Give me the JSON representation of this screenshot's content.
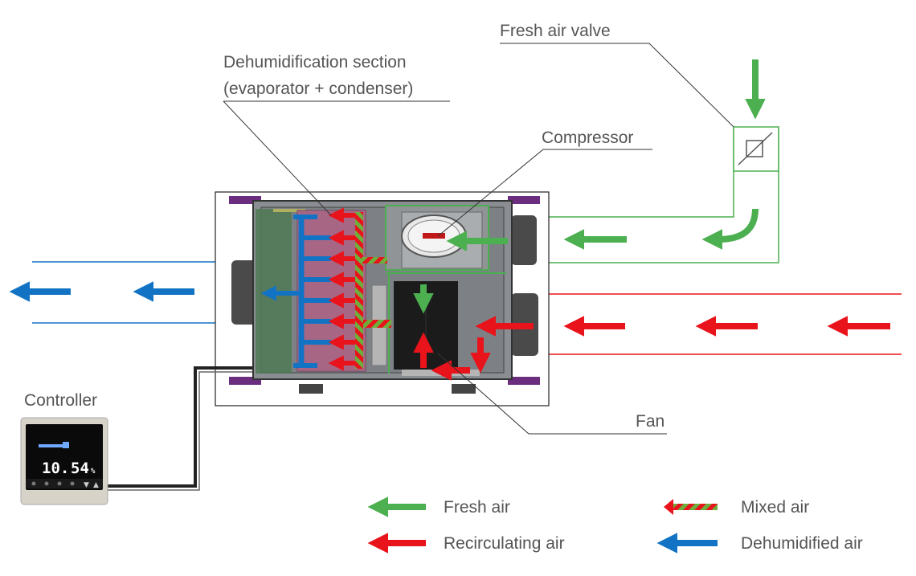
{
  "labels": {
    "fresh_air_valve": "Fresh air valve",
    "dehum_line1": "Dehumidification section",
    "dehum_line2": "(evaporator + condenser)",
    "compressor": "Compressor",
    "fan": "Fan",
    "controller": "Controller"
  },
  "controller_display": {
    "temperature": "10.",
    "humidity": "54",
    "humidity_unit": "%"
  },
  "legend": {
    "fresh_air": "Fresh air",
    "recirculating_air": "Recirculating air",
    "mixed_air": "Mixed air",
    "dehumidified_air": "Dehumidified air"
  },
  "colors": {
    "fresh_air": "#4CAF50",
    "recirculating_air": "#E8131B",
    "dehumidified_air": "#1273C4",
    "mixed_air_stripe_a": "#E8131B",
    "mixed_air_stripe_b": "#6DAF3C",
    "unit_frame": "#3a3a3a"
  }
}
